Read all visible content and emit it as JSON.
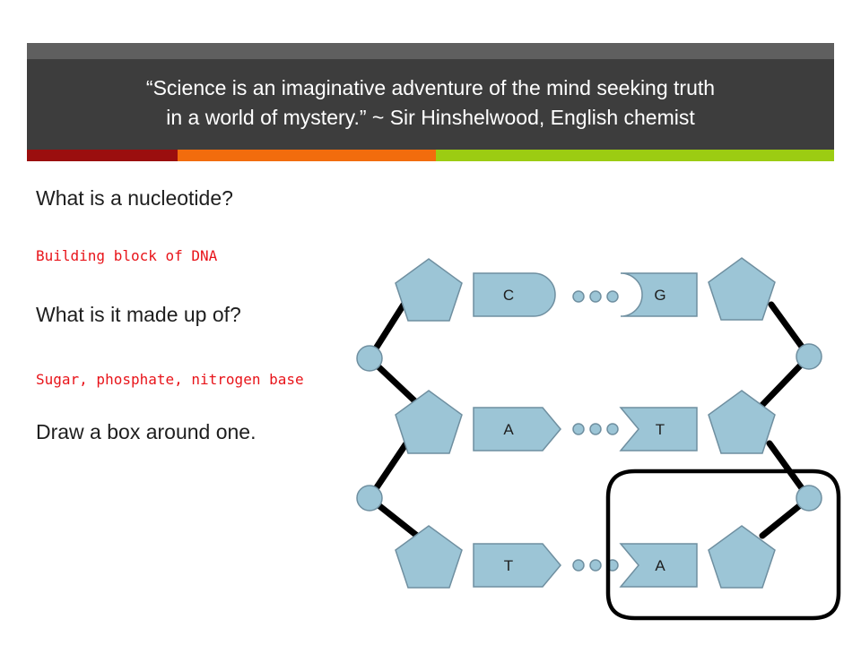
{
  "header": {
    "quote_line1": "“Science is an imaginative adventure of the mind seeking truth",
    "quote_line2": "in a world of mystery.” ~ Sir Hinshelwood, English chemist"
  },
  "content": {
    "q1": "What is a nucleotide?",
    "a1": "Building block of DNA",
    "q2": "What is it made up of?",
    "a2": "Sugar, phosphate, nitrogen base",
    "q3": "Draw a box around one."
  },
  "diagram": {
    "left_bases": [
      "C",
      "A",
      "T"
    ],
    "right_bases": [
      "G",
      "T",
      "A"
    ]
  },
  "colors": {
    "shape_fill": "#9cc5d6",
    "shape_stroke": "#6f8fa0",
    "answer_text": "#e8141a",
    "header_bg": "#3d3d3d"
  }
}
